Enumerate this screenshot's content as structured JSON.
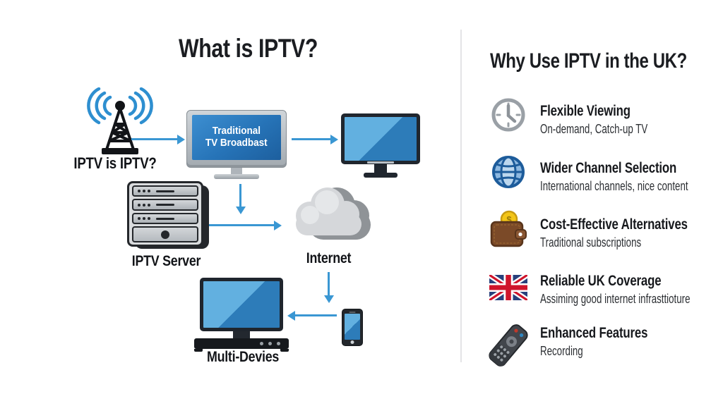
{
  "left": {
    "title": "What is IPTV?",
    "nodes": {
      "antenna_icon": "broadcast-antenna-icon",
      "antenna_label": "IPTV is IPTV?",
      "broadcast_line1": "Traditional",
      "broadcast_line2": "TV Broadbast",
      "monitor_icon": "desktop-monitor-icon",
      "server_icon": "server-tower-icon",
      "server_label": "IPTV Server",
      "cloud_icon": "cloud-icon",
      "internet_label": "Internet",
      "devices_icon": "tv-with-settop-box-icon",
      "devices_label": "Multi-Devies",
      "phone_icon": "smartphone-icon"
    },
    "arrows": [
      "antenna-to-broadcast-tv",
      "broadcast-tv-to-monitor",
      "broadcast-tv-down",
      "server-to-cloud",
      "cloud-to-phone",
      "phone-to-multidevice-tv"
    ]
  },
  "right": {
    "title": "Why Use IPTV in the UK?",
    "items": [
      {
        "icon": "clock-icon",
        "title": "Flexible Viewing",
        "subtitle": "On-demand, Catch-up TV"
      },
      {
        "icon": "globe-icon",
        "title": "Wider Channel Selection",
        "subtitle": "International channels, nice content"
      },
      {
        "icon": "wallet-icon",
        "title": "Cost-Effective Alternatives",
        "subtitle": "Traditional subscriptions"
      },
      {
        "icon": "uk-flag-icon",
        "title": "Reliable UK Coverage",
        "subtitle": "Assiming good internet infrasttioture"
      },
      {
        "icon": "remote-icon",
        "title": "Enhanced Features",
        "subtitle": "Recording"
      }
    ]
  },
  "colors": {
    "arrow_blue": "#3a97d3",
    "screen_blue_dark": "#2d7cb9",
    "screen_blue_light": "#62b0e0",
    "uk_flag_blue": "#28407c",
    "uk_flag_red": "#cf142b",
    "wallet_brown": "#7b4a28",
    "coin_gold": "#f3c517",
    "cloud_gray": "#d5d7da",
    "divider_gray": "#e4e4e6"
  }
}
